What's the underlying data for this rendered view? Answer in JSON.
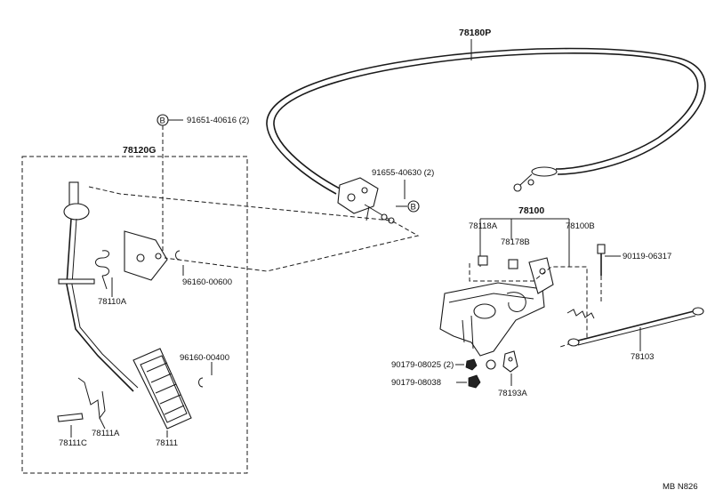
{
  "labels": {
    "cable": "78180P",
    "pedal_assy": "78120G",
    "bolt_b_top": "91651-40616 (2)",
    "bolt_b_mid": "91655-40630 (2)",
    "b_marker": "B",
    "link_assy": "78100",
    "bracket_a": "78118A",
    "bracket_b": "78100B",
    "spring_b": "78178B",
    "bolt_right": "90119-06317",
    "clip_top": "96160-00600",
    "spring_a": "78110A",
    "clip_mid": "96160-00400",
    "nut_2": "90179-08025 (2)",
    "nut_1": "90179-08038",
    "lever": "78193A",
    "rod": "78103",
    "spring_bottom": "78111A",
    "pin": "78111C",
    "pad": "78111",
    "footer": "MB  N826"
  }
}
